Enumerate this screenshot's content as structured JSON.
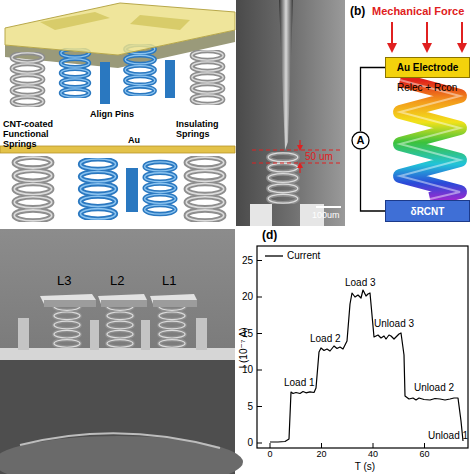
{
  "diagram": {
    "nodes": [
      {
        "text": [
          "Au Electrode"
        ]
      },
      {
        "text": [
          "A"
        ]
      },
      {
        "text": [
          "δRCNT"
        ]
      }
    ],
    "edges": [
      {
        "from": 1,
        "to": 0,
        "arrow": "none"
      },
      {
        "from": 1,
        "to": 2,
        "arrow": "none"
      }
    ],
    "labels": [
      "(b)",
      "CNT-coated Functional Springs",
      "Align Pins",
      "Insulating Springs",
      "Au",
      "50 um",
      "100um",
      "Mechanical Force",
      "Relec + Rcon",
      "L3",
      "L2",
      "L1",
      "(d)",
      "Load 1",
      "Load 2",
      "Load 3",
      "Unload 3",
      "Unload 2",
      "Unload 1",
      "25",
      "20",
      "15",
      "10",
      "5",
      "0",
      "0",
      "20",
      "40",
      "60",
      "I (10⁻⁷ A)",
      "T (s)"
    ],
    "legend": [
      {
        "text": "Current"
      }
    ]
  }
}
